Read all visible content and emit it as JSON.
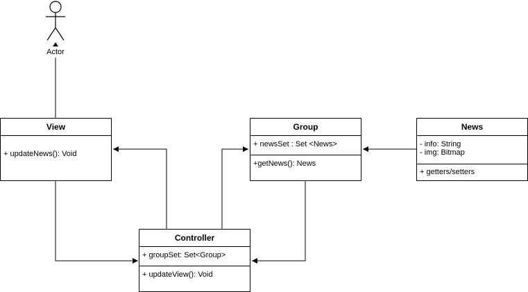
{
  "actor": {
    "label": "Actor"
  },
  "classes": {
    "view": {
      "name": "View",
      "attributes": [],
      "operations": [
        "+ updateNews(): Void"
      ]
    },
    "group": {
      "name": "Group",
      "attributes": [
        "+ newsSet : Set <News>"
      ],
      "operations": [
        "+getNews(): News"
      ]
    },
    "news": {
      "name": "News",
      "attributes": [
        "- info: String",
        "- img: Bitmap"
      ],
      "operations": [
        "+ getters/setters"
      ]
    },
    "controller": {
      "name": "Controller",
      "attributes": [
        "+ groupSet: Set<Group>"
      ],
      "operations": [
        "+ updateView(): Void"
      ]
    }
  },
  "colors": {
    "line": "#000000",
    "fill": "#ffffff"
  }
}
